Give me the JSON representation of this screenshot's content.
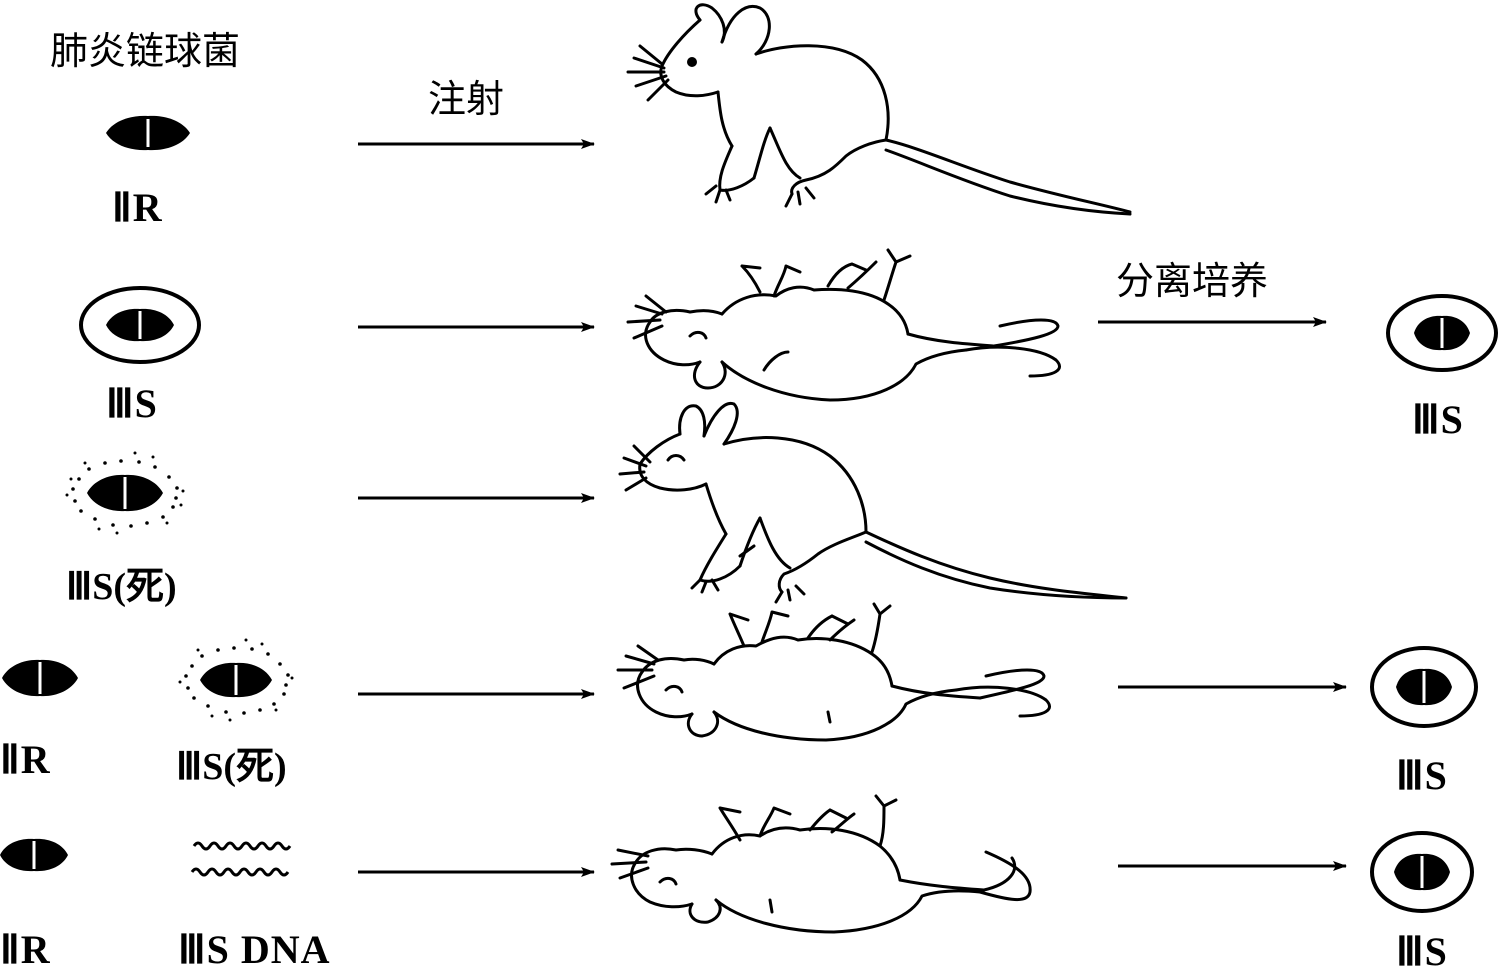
{
  "header": {
    "title": "肺炎链球菌"
  },
  "arrows": {
    "inject": "注射",
    "isolate_culture": "分离培养"
  },
  "rows": [
    {
      "bacteria": [
        "ⅡR"
      ]
    },
    {
      "bacteria": [
        "ⅢS"
      ],
      "result": "ⅢS"
    },
    {
      "bacteria": [
        "ⅢS(死)"
      ]
    },
    {
      "bacteria": [
        "ⅡR",
        "ⅢS(死)"
      ],
      "result": "ⅢS"
    },
    {
      "bacteria": [
        "ⅡR",
        "ⅢS DNA"
      ],
      "result": "ⅢS"
    }
  ]
}
